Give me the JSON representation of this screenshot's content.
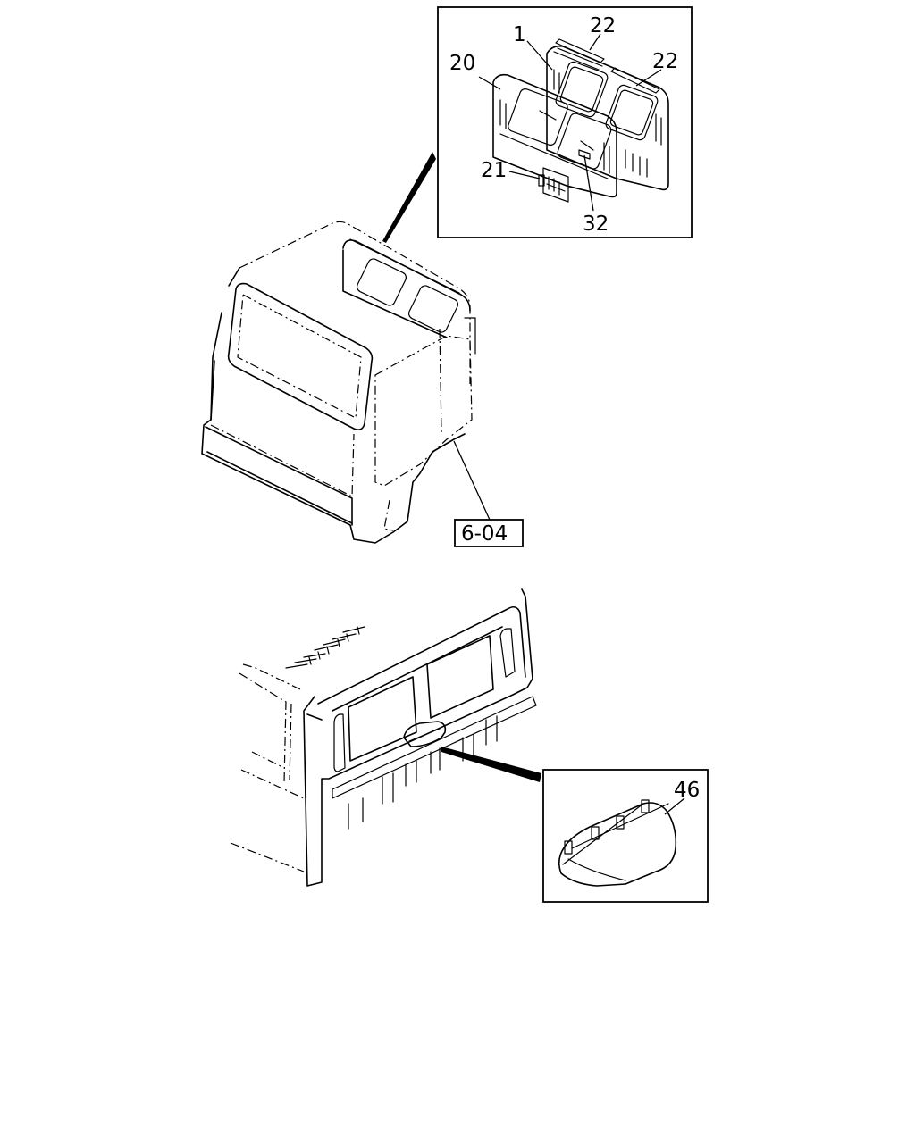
{
  "callouts": {
    "part_1": "1",
    "part_20": "20",
    "part_21": "21",
    "part_22_a": "22",
    "part_22_b": "22",
    "part_32": "32",
    "part_46": "46"
  },
  "reference_box": {
    "label": "6-04"
  },
  "colors": {
    "line": "#000000",
    "background": "#ffffff"
  }
}
